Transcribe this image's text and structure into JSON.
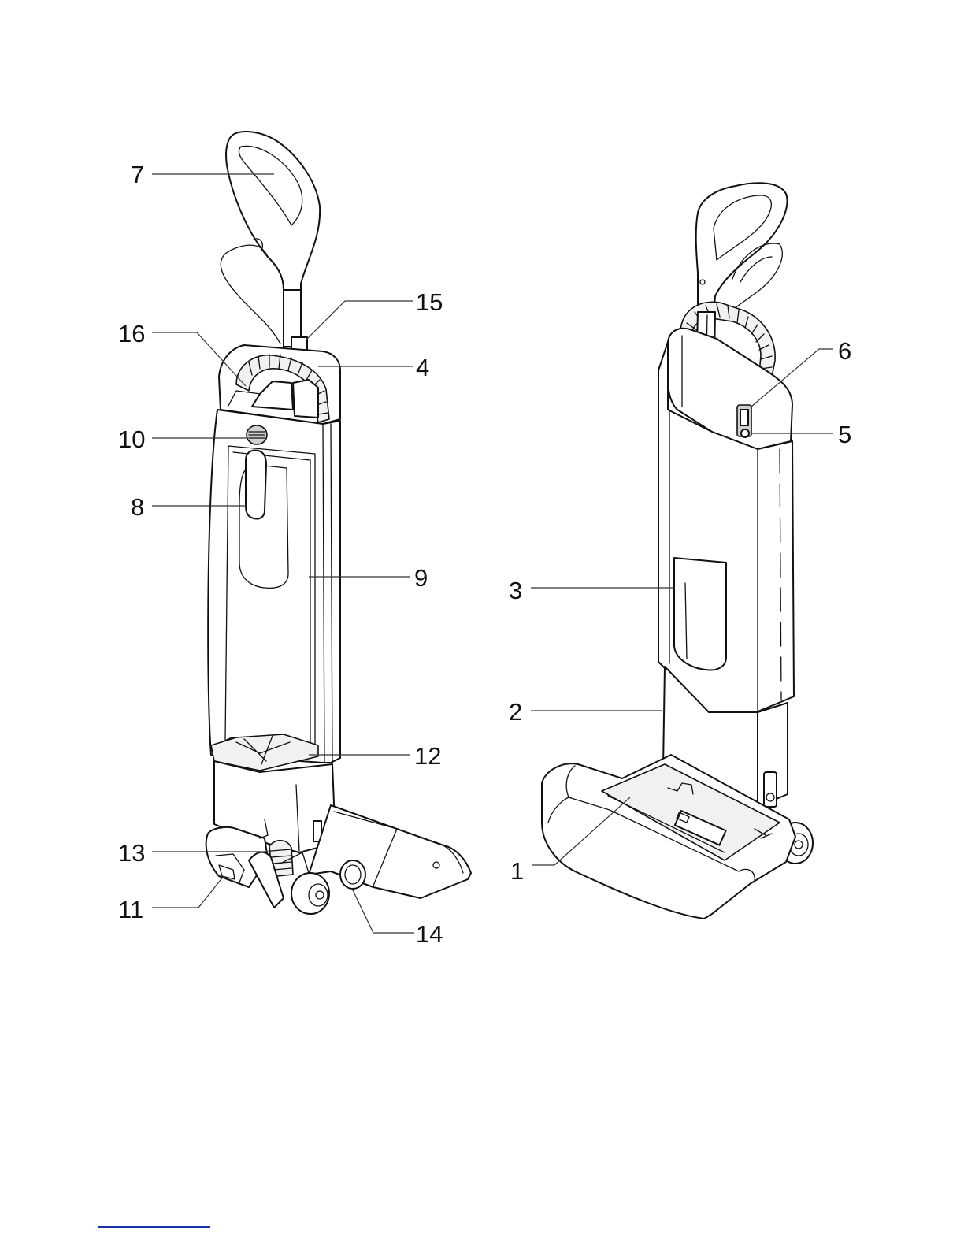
{
  "labels": {
    "l1": "1",
    "l2": "2",
    "l3": "3",
    "l4": "4",
    "l5": "5",
    "l6": "6",
    "l7": "7",
    "l8": "8",
    "l9": "9",
    "l10": "10",
    "l11": "11",
    "l12": "12",
    "l13": "13",
    "l14": "14",
    "l15": "15",
    "l16": "16"
  },
  "colors": {
    "ink": "#111111",
    "footer_rule": "#1a2fb0"
  }
}
